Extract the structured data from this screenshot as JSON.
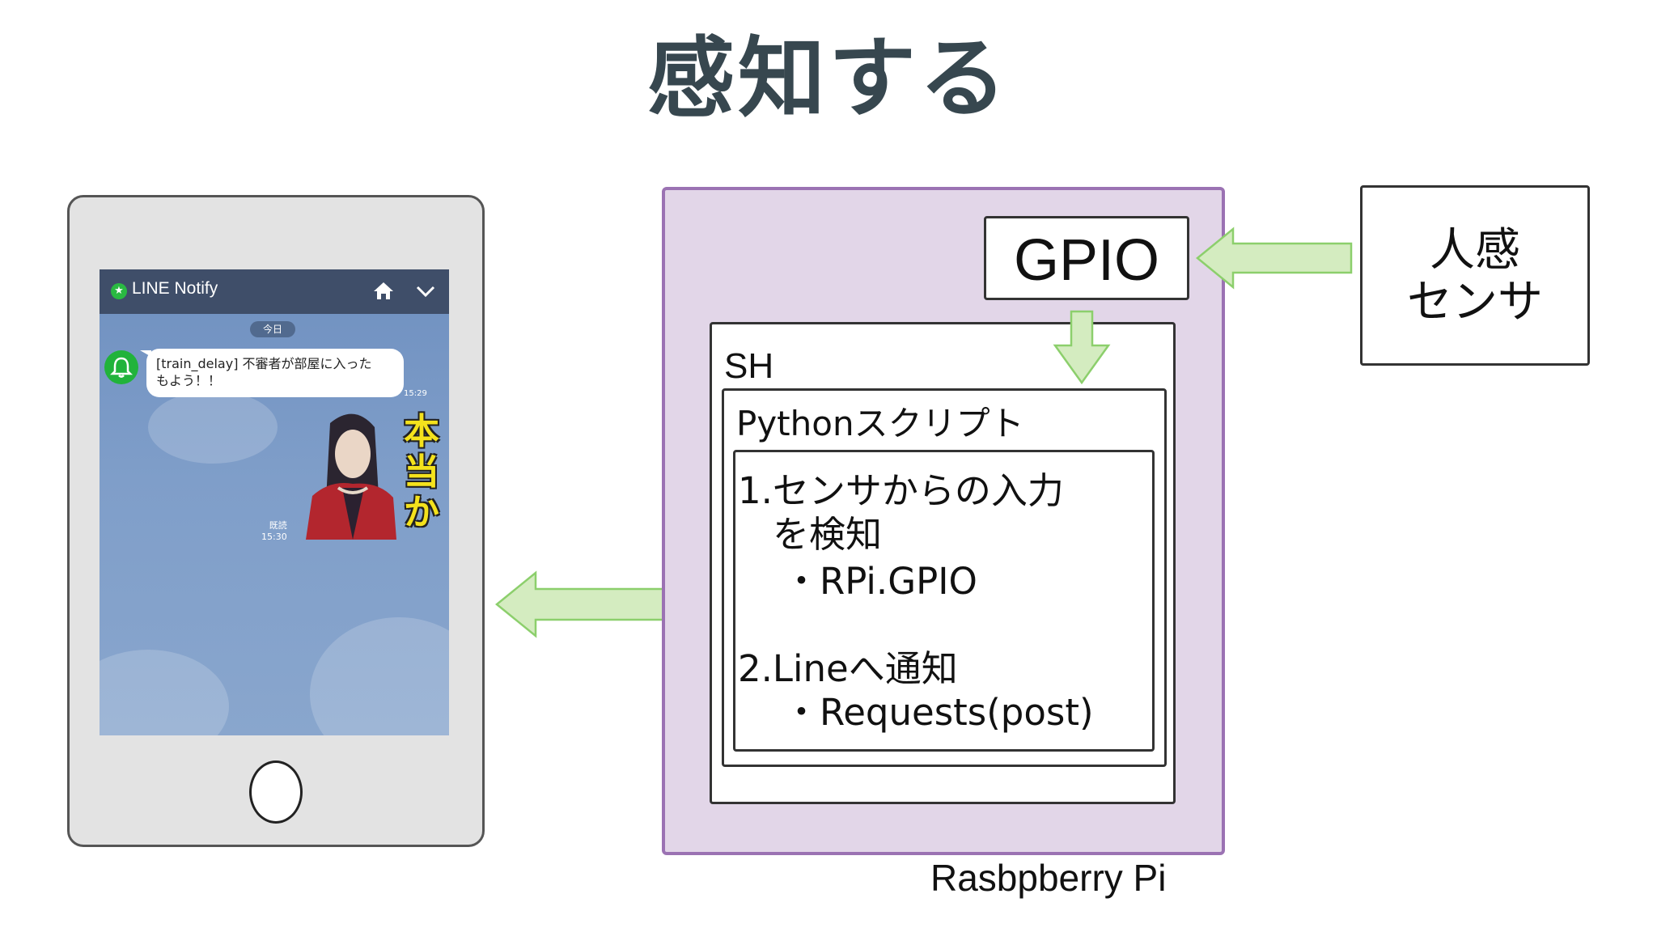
{
  "title": "感知する",
  "phone": {
    "app_title": "LINE Notify",
    "date_label": "今日",
    "message_line1": "[train_delay] 不審者が部屋に入った",
    "message_line2": "もよう！！",
    "message_time": "15:29",
    "sticker_text": "本当か",
    "read_label": "既読",
    "sticker_time": "15:30"
  },
  "raspberry_pi": {
    "label": "Rasbpberry Pi",
    "gpio_label": "GPIO",
    "sh_label": "SH",
    "python_label": "Pythonスクリプト",
    "steps": [
      "1.センサからの入力",
      "を検知",
      "・RPi.GPIO",
      "2.Lineへ通知",
      "・Requests(post)"
    ]
  },
  "sensor": {
    "line1": "人感",
    "line2": "センサ"
  },
  "colors": {
    "arrow_fill": "#d4ecc0",
    "arrow_stroke": "#8ccf6c",
    "pi_fill": "#e2d6e8",
    "pi_border": "#9b72b3",
    "title": "#37474f",
    "line_green": "#21b33b"
  }
}
